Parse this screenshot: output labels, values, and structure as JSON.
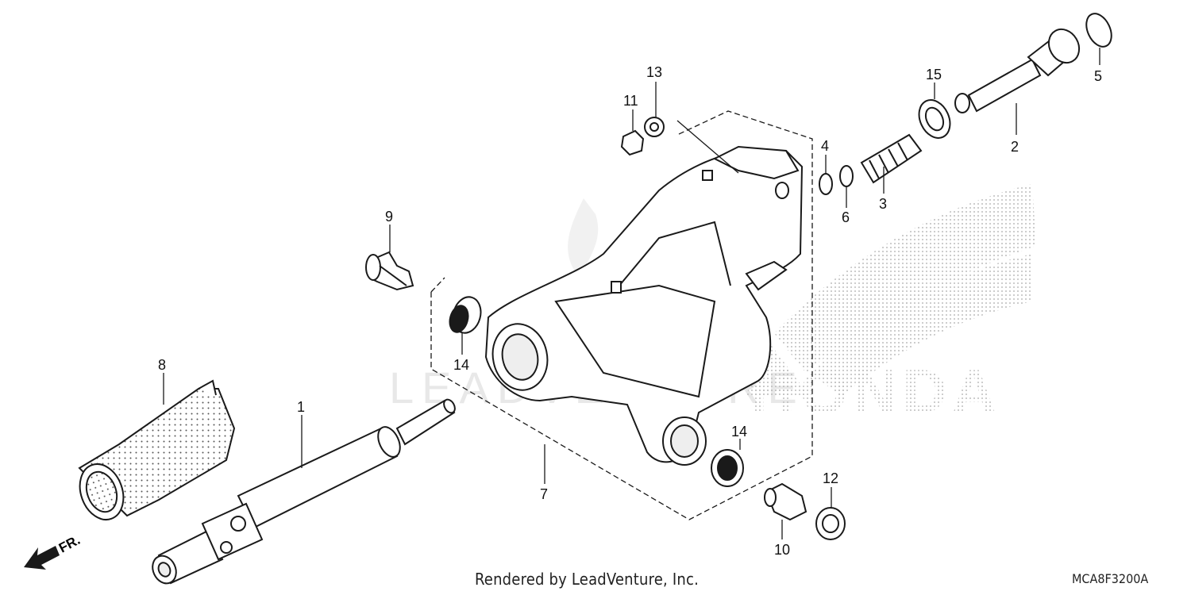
{
  "diagram": {
    "callouts": [
      {
        "id": "1",
        "label": "1"
      },
      {
        "id": "2",
        "label": "2"
      },
      {
        "id": "3",
        "label": "3"
      },
      {
        "id": "4",
        "label": "4"
      },
      {
        "id": "5",
        "label": "5"
      },
      {
        "id": "6",
        "label": "6"
      },
      {
        "id": "7",
        "label": "7"
      },
      {
        "id": "8",
        "label": "8"
      },
      {
        "id": "9",
        "label": "9"
      },
      {
        "id": "10",
        "label": "10"
      },
      {
        "id": "11",
        "label": "11"
      },
      {
        "id": "12",
        "label": "12"
      },
      {
        "id": "13",
        "label": "13"
      },
      {
        "id": "14a",
        "label": "14"
      },
      {
        "id": "14b",
        "label": "14"
      },
      {
        "id": "15",
        "label": "15"
      }
    ],
    "front_indicator": "FR.",
    "watermark_brand": "HONDA",
    "watermark_renderer": "LEADVENTURE",
    "footer_credit": "Rendered by LeadVenture, Inc.",
    "diagram_code": "MCA8F3200A"
  },
  "colors": {
    "line": "#1a1a1a",
    "watermark": "#c9c9c9",
    "background": "#ffffff"
  }
}
